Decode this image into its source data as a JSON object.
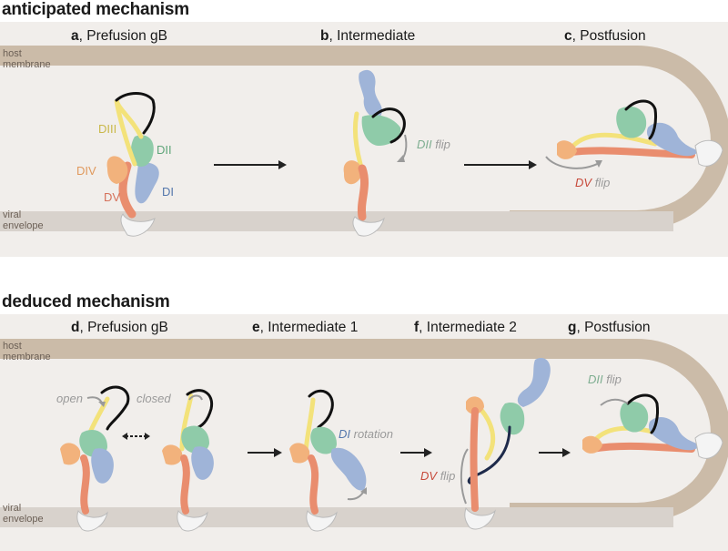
{
  "top": {
    "title": "anticipated mechanism",
    "panel_a": {
      "letter": "a",
      "text": ", Prefusion gB"
    },
    "panel_b": {
      "letter": "b",
      "text": ", Intermediate"
    },
    "panel_c": {
      "letter": "c",
      "text": ", Postfusion"
    },
    "host_membrane": [
      "host",
      "membrane"
    ],
    "viral_envelope": [
      "viral",
      "envelope"
    ],
    "domains": {
      "diii": "DIII",
      "dii": "DII",
      "div": "DIV",
      "dv": "DV",
      "di": "DI"
    },
    "dii_flip": {
      "domain": "DII",
      "word": "flip"
    },
    "dv_flip": {
      "domain": "DV",
      "word": "flip"
    }
  },
  "bottom": {
    "title": "deduced mechanism",
    "panel_d": {
      "letter": "d",
      "text": ", Prefusion gB"
    },
    "panel_e": {
      "letter": "e",
      "text": ", Intermediate 1"
    },
    "panel_f": {
      "letter": "f",
      "text": ", Intermediate 2"
    },
    "panel_g": {
      "letter": "g",
      "text": ", Postfusion"
    },
    "host_membrane": [
      "host",
      "membrane"
    ],
    "viral_envelope": [
      "viral",
      "envelope"
    ],
    "open_label": "open",
    "closed_label": "closed",
    "di_rotation": {
      "domain": "DI",
      "word": "rotation"
    },
    "dv_flip": {
      "domain": "DV",
      "word": "flip"
    },
    "dii_flip": {
      "domain": "DII",
      "word": "flip"
    }
  },
  "colors": {
    "membrane": "#cbbba8",
    "envelope": "#d8d2cc",
    "panel_bg": "#f1eeeb",
    "dI": "#9fb4d8",
    "dII": "#8fcba9",
    "dIII": "#f3e27a",
    "dIV": "#f2b27c",
    "dV": "#e98d6e",
    "loop": "#111111",
    "arrow_grey": "#9a9a9a",
    "text_dII": "#7fae91",
    "text_dV": "#c74a3b",
    "text_dI": "#5477ac"
  }
}
